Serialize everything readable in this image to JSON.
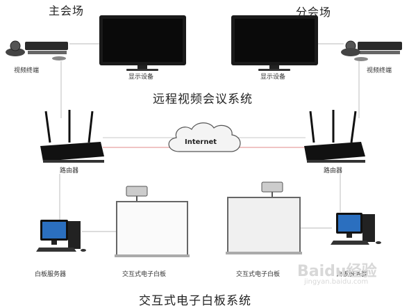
{
  "titles": {
    "main_venue": "主会场",
    "sub_venue": "分会场",
    "video_system": "远程视频会议系统",
    "whiteboard_system": "交互式电子白板系统"
  },
  "labels": {
    "video_terminal_left": "视频终端",
    "video_terminal_right": "视频终端",
    "display_left": "显示设备",
    "display_right": "显示设备",
    "router_left": "路由器",
    "router_right": "路由器",
    "internet": "Internet",
    "wb_server_left": "白板服务器",
    "wb_server_right": "白板服务器",
    "interactive_wb_left": "交互式电子白板",
    "interactive_wb_right": "交互式电子白板"
  },
  "watermark": {
    "logo": "Baidu经验",
    "url": "jingyan.baidu.com"
  },
  "colors": {
    "link_line": "#c8c8c8",
    "internet_link": "#e08a8a",
    "device_dark": "#1a1a1a",
    "screen_dark": "#111111"
  }
}
